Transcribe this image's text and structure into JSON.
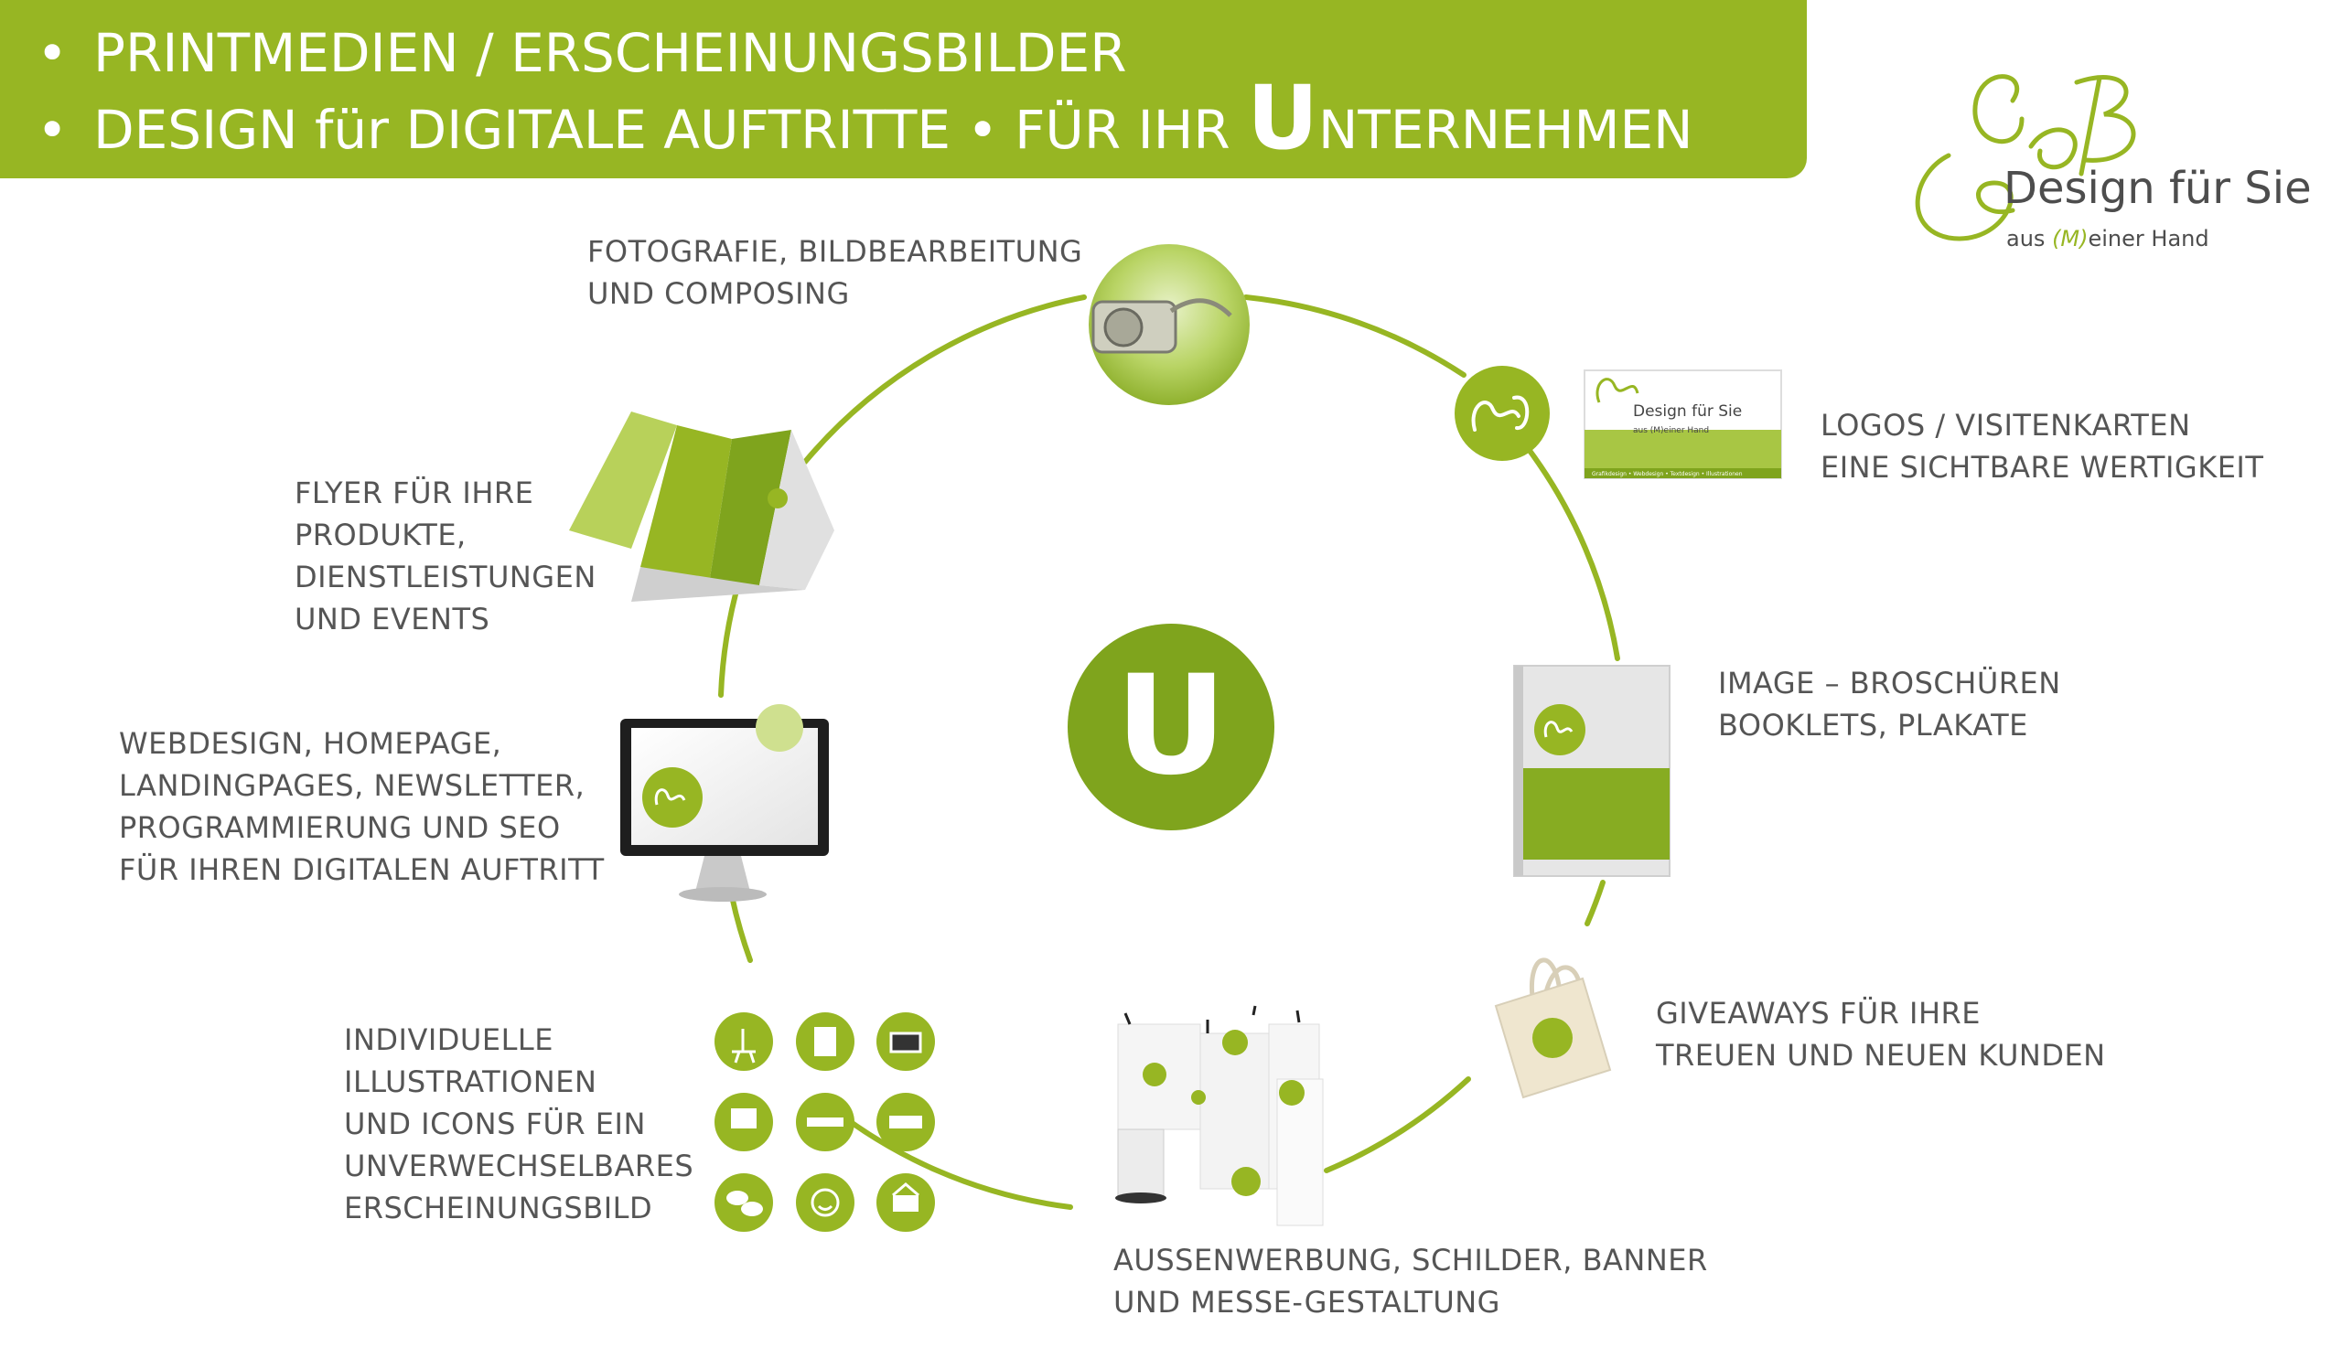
{
  "header": {
    "line1_bullet": "•",
    "line1": "PRINTMEDIEN / ERSCHEINUNGSBILDER",
    "line2_bullet": "•",
    "line2_part1": "DESIGN für DIGITALE AUFTRITTE",
    "line2_bullet_mid": "•",
    "line2_part2": "FÜR IHR ",
    "line2_bigletter": "U",
    "line2_part3": "NTERNEHMEN"
  },
  "logo": {
    "title": "Design für Sie",
    "sub_prefix": "aus ",
    "sub_mark": "(M)",
    "sub_suffix": "einer Hand"
  },
  "center": {
    "letter": "U"
  },
  "items": {
    "foto": [
      "FOTOGRAFIE, BILDBEARBEITUNG",
      "UND COMPOSING"
    ],
    "logos": [
      "LOGOS / VISITENKARTEN",
      "EINE SICHTBARE WERTIGKEIT"
    ],
    "image": [
      "IMAGE – BROSCHÜREN",
      "BOOKLETS, PLAKATE"
    ],
    "giveaways": [
      "GIVEAWAYS FÜR IHRE",
      "TREUEN UND NEUEN KUNDEN"
    ],
    "aussen": [
      "AUSSENWERBUNG, SCHILDER, BANNER",
      "UND MESSE-GESTALTUNG"
    ],
    "illu": [
      "INDIVIDUELLE",
      "ILLUSTRATIONEN",
      "UND ICONS FÜR EIN",
      "UNVERWECHSELBARES",
      "ERSCHEINUNGSBILD"
    ],
    "web": [
      "WEBDESIGN, HOMEPAGE,",
      "LANDINGPAGES, NEWSLETTER,",
      "PROGRAMMIERUNG UND SEO",
      "FÜR IHREN DIGITALEN AUFTRITT"
    ],
    "flyer": [
      "FLYER FÜR IHRE",
      "PRODUKTE,",
      "DIENSTLEISTUNGEN",
      "UND EVENTS"
    ]
  },
  "card": {
    "title": "Design für Sie",
    "sub": "aus (M)einer Hand",
    "footer": "Grafikdesign • Webdesign • Textdesign • Illustrationen"
  },
  "colors": {
    "accent": "#97b623",
    "dark_green": "#5e8f1f",
    "text": "#555555"
  }
}
